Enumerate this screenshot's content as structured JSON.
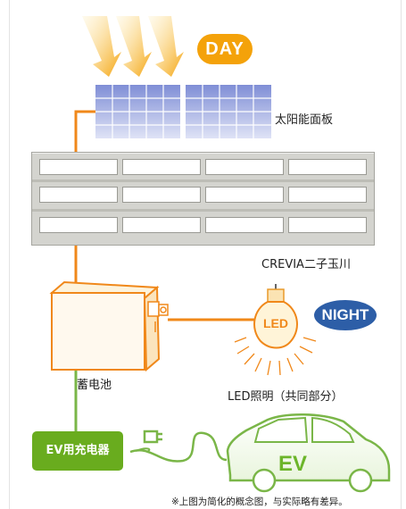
{
  "badges": {
    "day": "DAY",
    "night": "NIGHT"
  },
  "labels": {
    "solar_panel": "太阳能面板",
    "building": "CREVIA二子玉川",
    "battery": "蓄电池",
    "led_lighting": "LED照明（共同部分）",
    "led_bulb": "LED",
    "ev_charger": "EV用充电器",
    "ev": "EV"
  },
  "footnote": "※上图为简化的概念图，与实际略有差异。",
  "colors": {
    "sun": "#f4a20a",
    "line_power": "#f0881a",
    "line_ev": "#7ab648",
    "night": "#2d5ea7",
    "solar_panel": "#8e9ad8",
    "charger": "#69ac1e"
  }
}
